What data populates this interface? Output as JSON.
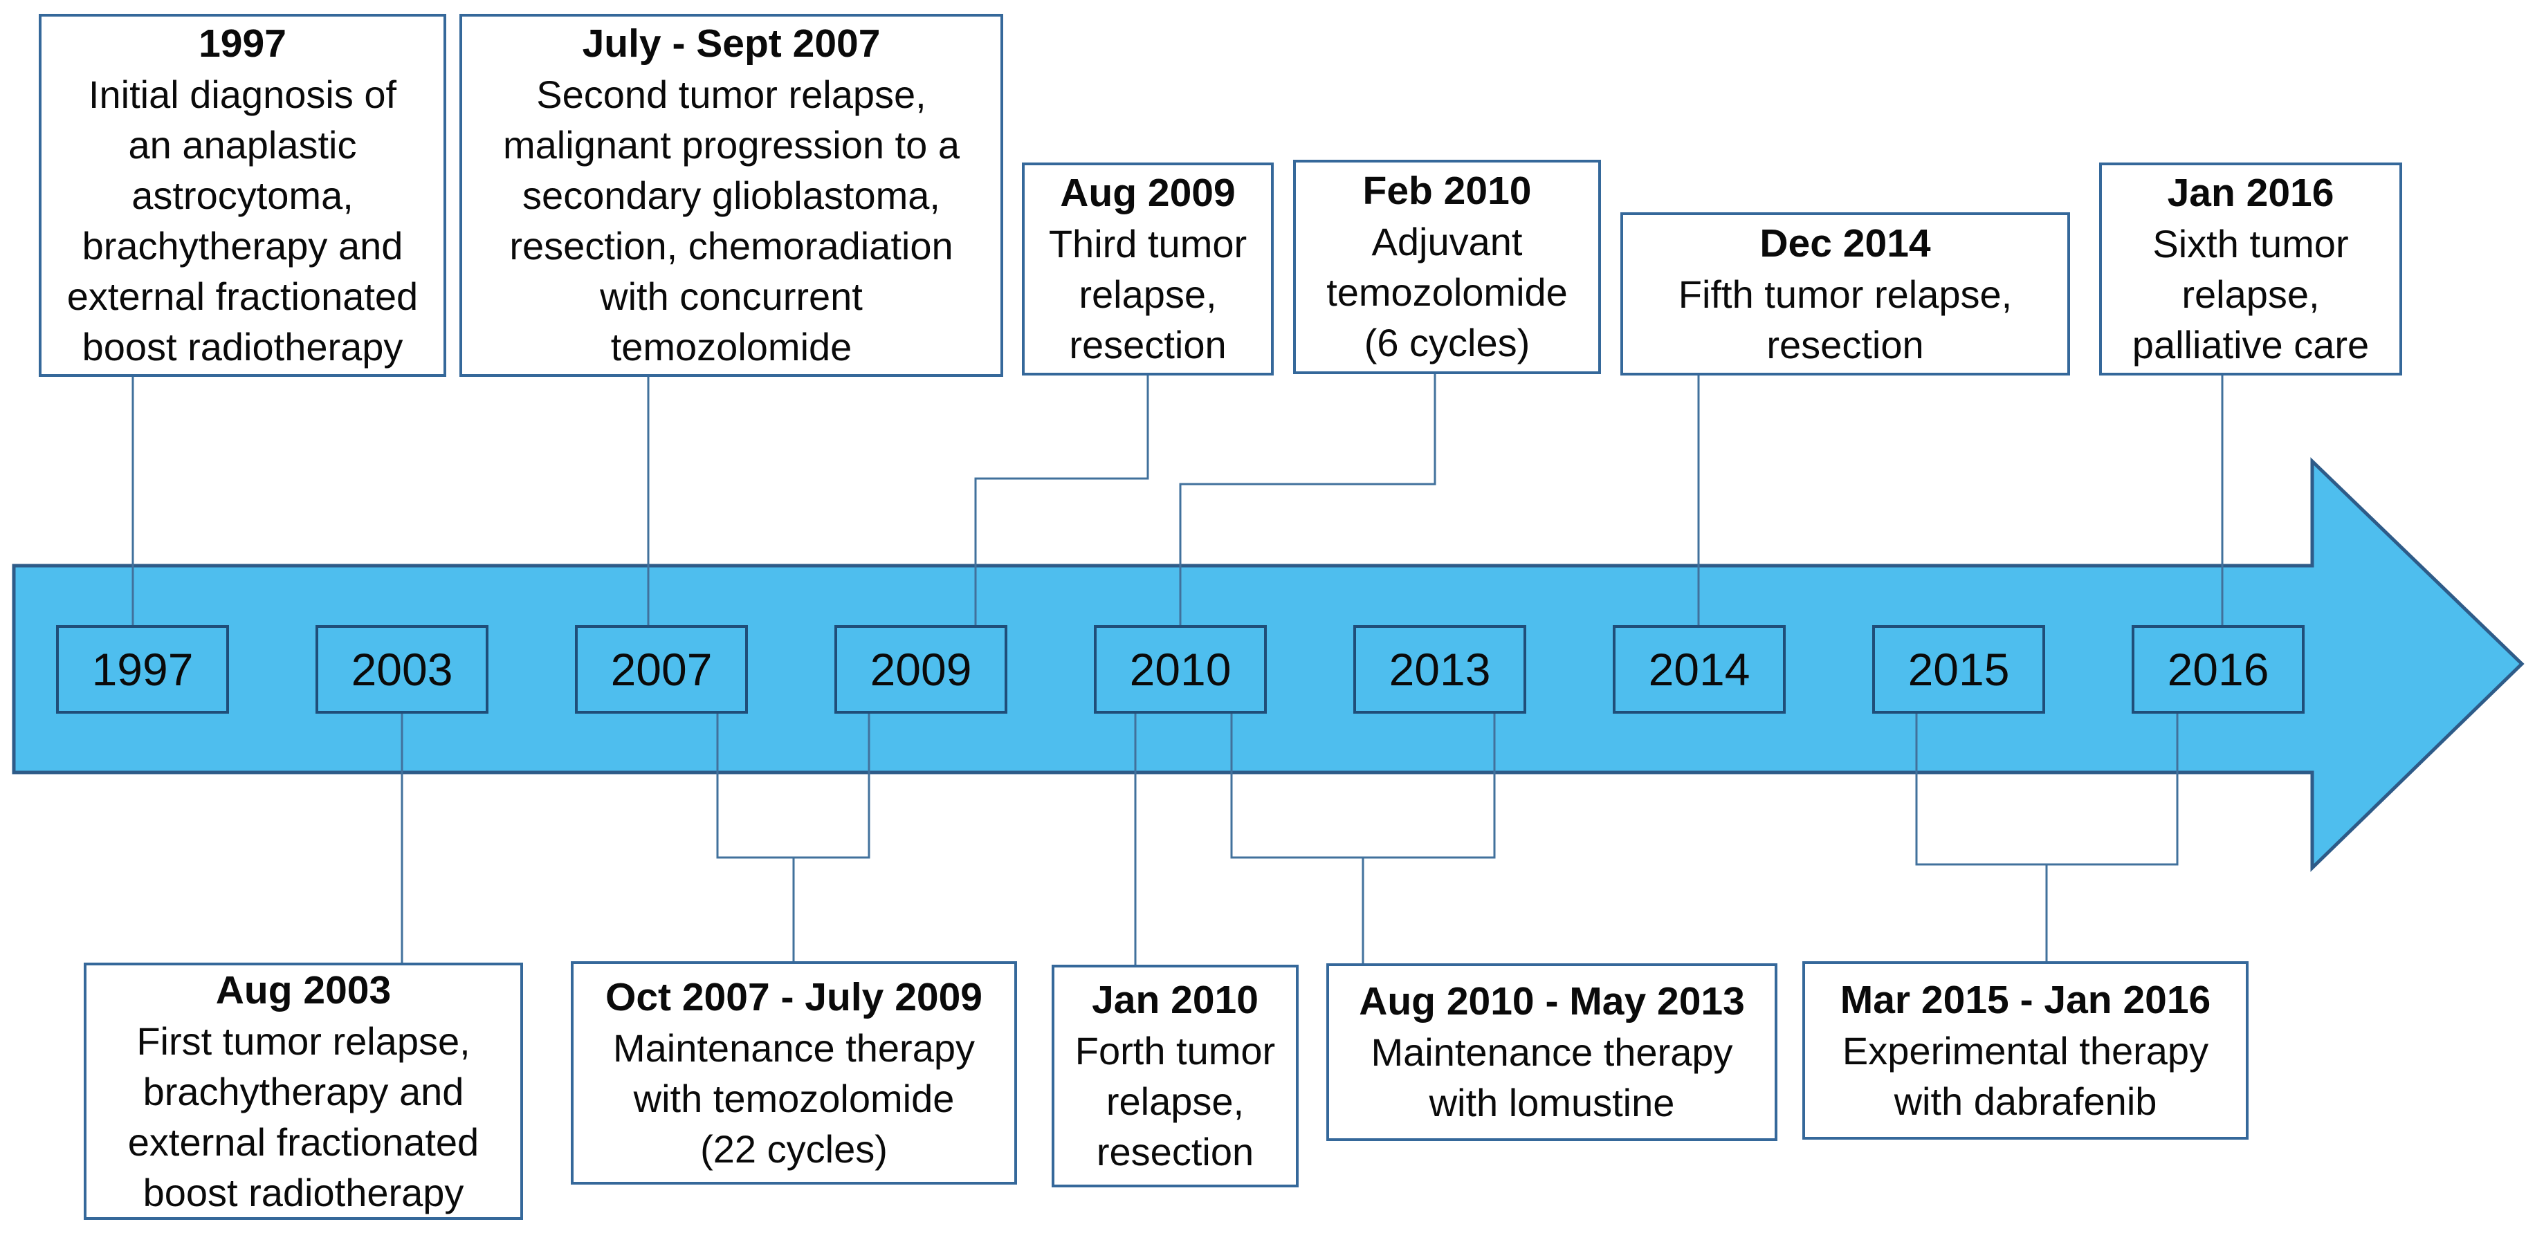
{
  "diagram": {
    "type": "timeline",
    "subject": "tumor treatment history",
    "direction": "left-to-right"
  },
  "timeline": {
    "years": [
      "1997",
      "2003",
      "2007",
      "2009",
      "2010",
      "2013",
      "2014",
      "2015",
      "2016"
    ]
  },
  "events_above": [
    {
      "title": "1997",
      "lines": [
        "Initial diagnosis of",
        "an anaplastic",
        "astrocytoma,",
        "brachytherapy and",
        "external fractionated",
        "boost radiotherapy"
      ]
    },
    {
      "title": "July - Sept 2007",
      "lines": [
        "Second tumor relapse,",
        "malignant progression to a",
        "secondary glioblastoma,",
        "resection, chemoradiation",
        "with concurrent",
        "temozolomide"
      ]
    },
    {
      "title": "Aug 2009",
      "lines": [
        "Third tumor",
        "relapse,",
        "resection"
      ]
    },
    {
      "title": "Feb 2010",
      "lines": [
        "Adjuvant",
        "temozolomide",
        "(6 cycles)"
      ]
    },
    {
      "title": "Dec 2014",
      "lines": [
        "Fifth tumor relapse,",
        "resection"
      ]
    },
    {
      "title": "Jan 2016",
      "lines": [
        "Sixth tumor",
        "relapse,",
        "palliative care"
      ]
    }
  ],
  "events_below": [
    {
      "title": "Aug 2003",
      "lines": [
        "First tumor relapse,",
        "brachytherapy and",
        "external fractionated",
        "boost radiotherapy"
      ]
    },
    {
      "title": "Oct 2007 - July 2009",
      "lines": [
        "Maintenance therapy",
        "with temozolomide",
        "(22 cycles)"
      ]
    },
    {
      "title": "Jan 2010",
      "lines": [
        "Forth tumor",
        "relapse,",
        "resection"
      ]
    },
    {
      "title": "Aug 2010 - May 2013",
      "lines": [
        "Maintenance therapy",
        "with lomustine"
      ]
    },
    {
      "title": "Mar 2015 - Jan 2016",
      "lines": [
        "Experimental therapy",
        "with dabrafenib"
      ]
    }
  ],
  "colors": {
    "arrow_fill": "#4ebeee",
    "arrow_border": "#2e5b88",
    "event_box_border": "#35689a",
    "year_box_border": "#1f4e79",
    "connector": "#41719c",
    "text": "#0a0a0a",
    "background": "#ffffff"
  }
}
